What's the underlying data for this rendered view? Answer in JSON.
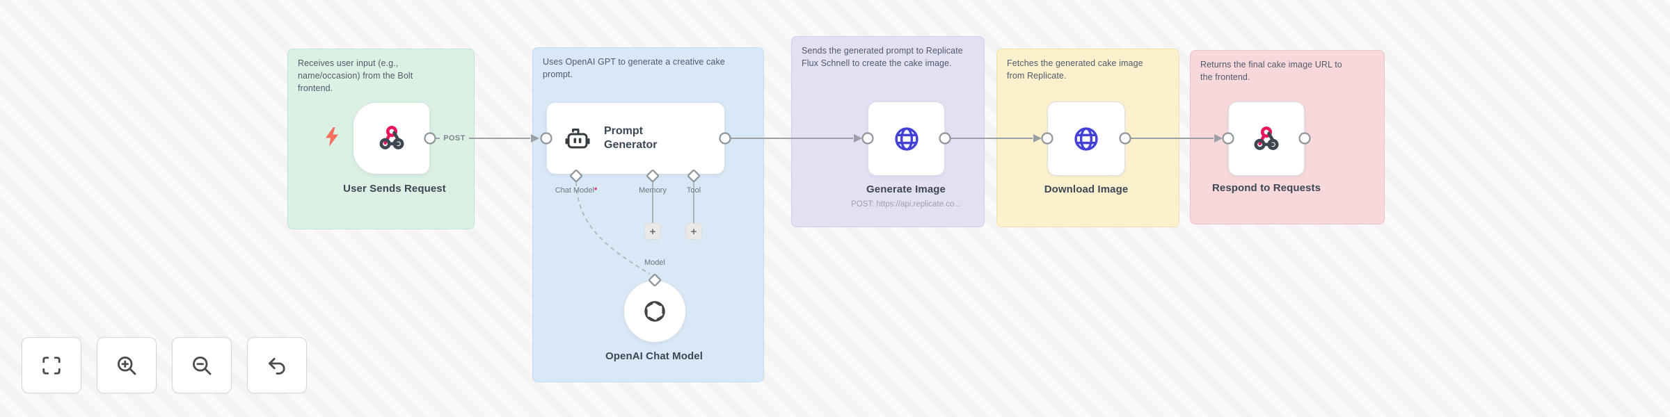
{
  "notes": [
    {
      "text": "Receives user input (e.g., name/occasion) from the Bolt frontend."
    },
    {
      "text": "Uses OpenAI GPT to generate a creative cake prompt."
    },
    {
      "text": "Sends the generated prompt to Replicate Flux Schnell to create the cake image."
    },
    {
      "text": "Fetches the generated cake image from Replicate."
    },
    {
      "text": "Returns the final cake image URL to the frontend."
    }
  ],
  "nodes": {
    "webhook": {
      "name": "User Sends Request",
      "output_label": "POST"
    },
    "agent": {
      "name": "Prompt Generator",
      "ports": {
        "chat_model": "Chat Model",
        "required": "*",
        "memory": "Memory",
        "tool": "Tool"
      },
      "add_button": "+"
    },
    "generate": {
      "name": "Generate Image",
      "subtitle": "POST: https://api.replicate.co..."
    },
    "download": {
      "name": "Download Image"
    },
    "respond": {
      "name": "Respond to Requests"
    },
    "openai": {
      "name": "OpenAI Chat Model",
      "input_label": "Model"
    }
  },
  "colors": {
    "note_green": "#daf1e3",
    "note_blue": "#d8e8f7",
    "note_purple": "#e4e0f4",
    "note_yellow": "#fdf1cd",
    "note_pink": "#f8d8da",
    "webhook_pink": "#e7175c",
    "icon_dark": "#3e4651",
    "globe_blue": "#4441d9",
    "bolt_orange": "#f4705c",
    "edge_gray": "#9aa0a6"
  },
  "icons": [
    "webhook-icon",
    "robot-icon",
    "globe-icon",
    "openai-logo-icon",
    "lightning-bolt-icon",
    "fit-view-icon",
    "zoom-in-icon",
    "zoom-out-icon",
    "undo-icon",
    "plus-icon"
  ]
}
